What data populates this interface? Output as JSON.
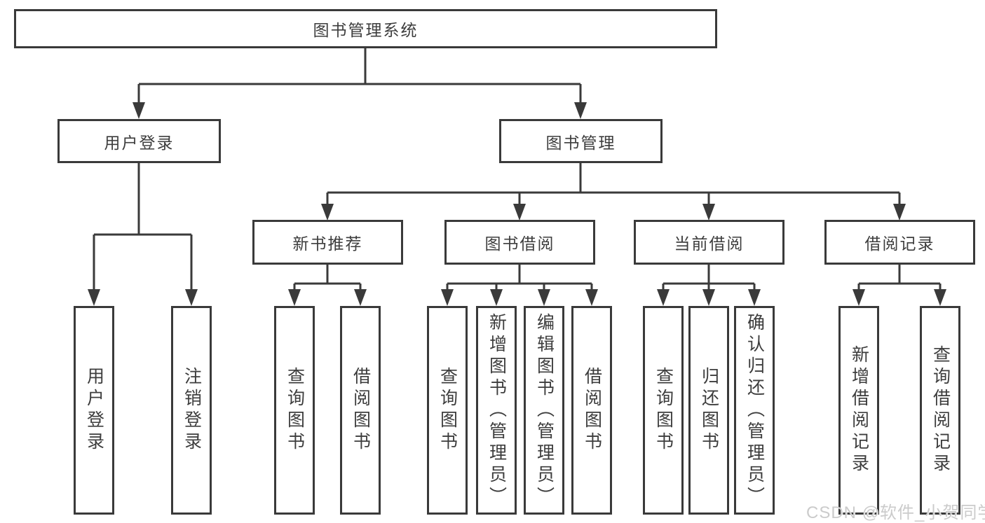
{
  "diagram": {
    "tree": {
      "label": "图书管理系统",
      "children": [
        {
          "label": "用户登录",
          "children": [
            {
              "label": "用户登录"
            },
            {
              "label": "注销登录"
            }
          ]
        },
        {
          "label": "图书管理",
          "children": [
            {
              "label": "新书推荐",
              "children": [
                {
                  "label": "查询图书"
                },
                {
                  "label": "借阅图书"
                }
              ]
            },
            {
              "label": "图书借阅",
              "children": [
                {
                  "label": "查询图书"
                },
                {
                  "label": "新增图书（管理员）"
                },
                {
                  "label": "编辑图书（管理员）"
                },
                {
                  "label": "借阅图书"
                }
              ]
            },
            {
              "label": "当前借阅",
              "children": [
                {
                  "label": "查询图书"
                },
                {
                  "label": "归还图书"
                },
                {
                  "label": "确认归还（管理员）"
                }
              ]
            },
            {
              "label": "借阅记录",
              "children": [
                {
                  "label": "新增借阅记录"
                },
                {
                  "label": "查询借阅记录"
                }
              ]
            }
          ]
        }
      ]
    }
  },
  "watermark": {
    "text": "CSDN @软件_小贺同学"
  },
  "colors": {
    "line": "#3a3a3a",
    "border": "#3a3a3a",
    "text": "#3d3d3d",
    "watermark": "#cbcbcb",
    "background": "#ffffff"
  }
}
